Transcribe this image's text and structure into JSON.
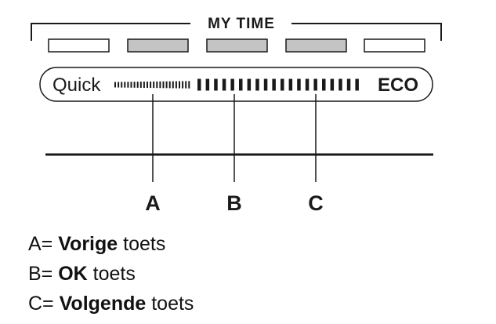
{
  "panel": {
    "title": "MY TIME",
    "slider_left_label": "Quick",
    "slider_right_label": "ECO",
    "segments": [
      {
        "state": "off"
      },
      {
        "state": "on"
      },
      {
        "state": "on"
      },
      {
        "state": "on"
      },
      {
        "state": "off"
      }
    ]
  },
  "callouts": [
    {
      "letter": "A"
    },
    {
      "letter": "B"
    },
    {
      "letter": "C"
    }
  ],
  "legend": [
    {
      "prefix": "A= ",
      "key": "Vorige",
      "suffix": " toets"
    },
    {
      "prefix": "B= ",
      "key": "OK",
      "suffix": " toets"
    },
    {
      "prefix": "C= ",
      "key": "Volgende",
      "suffix": " toets"
    }
  ],
  "colors": {
    "segment_on": "#c4c4c4",
    "segment_off": "#ffffff",
    "ink": "#1a1a1a"
  }
}
